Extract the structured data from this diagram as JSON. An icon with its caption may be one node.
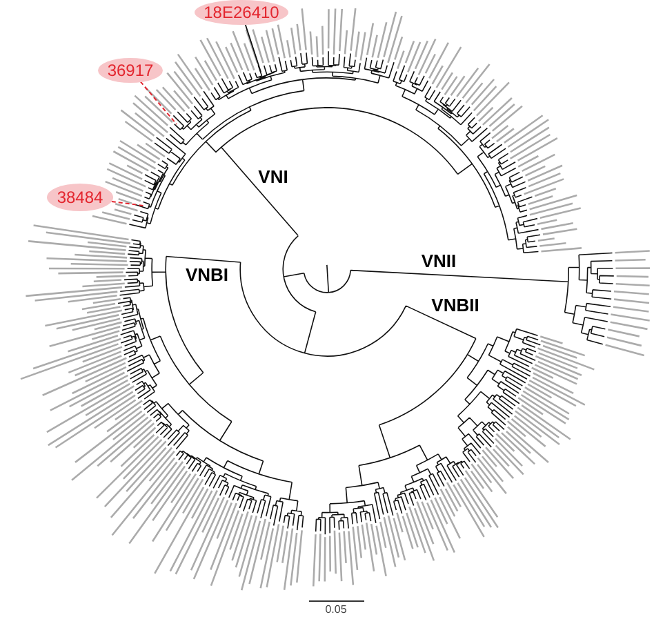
{
  "diagram": {
    "nodes": [
      {
        "text": [
          "18E26410"
        ]
      },
      {
        "text": [
          "36917"
        ]
      },
      {
        "text": [
          "38484"
        ]
      }
    ],
    "edges": [
      {
        "from": 0,
        "to": null,
        "arrow": "none",
        "color": "#111111"
      },
      {
        "from": 1,
        "to": null,
        "arrow": "none",
        "style": "dashed",
        "color": "#e3262f"
      },
      {
        "from": 2,
        "to": null,
        "arrow": "none",
        "style": "dashed",
        "color": "#e3262f"
      }
    ],
    "labels": [
      "VNI",
      "VNII",
      "VNBI",
      "VNBII",
      "0.05"
    ]
  }
}
